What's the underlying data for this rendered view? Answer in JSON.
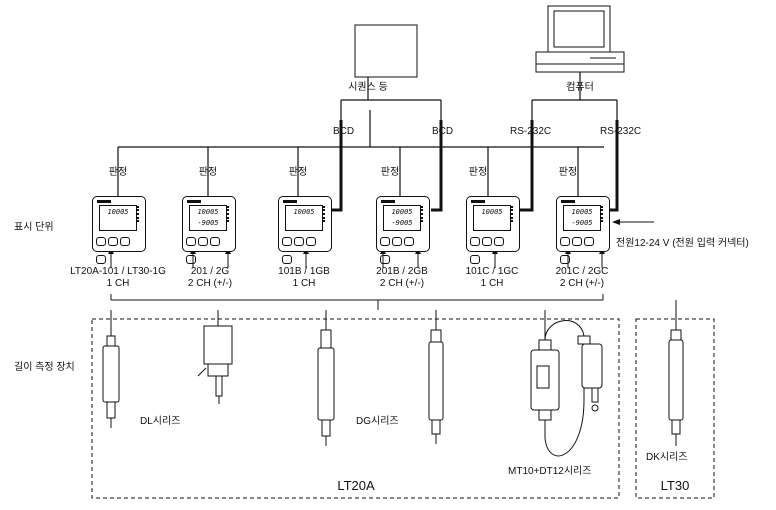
{
  "labels": {
    "sequencer": "시퀀스 등",
    "computer": "컴퓨터",
    "bcd_left": "BCD",
    "bcd_right": "BCD",
    "rs232c_left": "RS-232C",
    "rs232c_right": "RS-232C",
    "judgement": [
      "판정",
      "판정",
      "판정",
      "판정",
      "판정",
      "판정"
    ],
    "display_unit": "표시 단위",
    "power": "전원12-24 V (전원 입력 커넥터)",
    "length_gauge": "길이 측정 장치",
    "lt20a": "LT20A",
    "lt30": "LT30"
  },
  "display_units": [
    {
      "model": "LT20A-101 / LT30-1G",
      "channels": "1 CH",
      "reading": "10005",
      "reading2": ""
    },
    {
      "model": "201 / 2G",
      "channels": "2 CH (+/-)",
      "reading": "10005",
      "reading2": "-9005"
    },
    {
      "model": "101B / 1GB",
      "channels": "1 CH",
      "reading": "10005",
      "reading2": ""
    },
    {
      "model": "201B / 2GB",
      "channels": "2 CH (+/-)",
      "reading": "10005",
      "reading2": "-9005"
    },
    {
      "model": "101C / 1GC",
      "channels": "1 CH",
      "reading": "10005",
      "reading2": ""
    },
    {
      "model": "201C / 2GC",
      "channels": "2 CH (+/-)",
      "reading": "10005",
      "reading2": "-9005"
    }
  ],
  "gauges": [
    {
      "name": "DL시리즈"
    },
    {
      "name": "DG시리즈"
    },
    {
      "name": "MT10+DT12시리즈"
    },
    {
      "name": "DK시리즈"
    }
  ],
  "colors": {
    "line": "#111111",
    "background": "#ffffff"
  }
}
